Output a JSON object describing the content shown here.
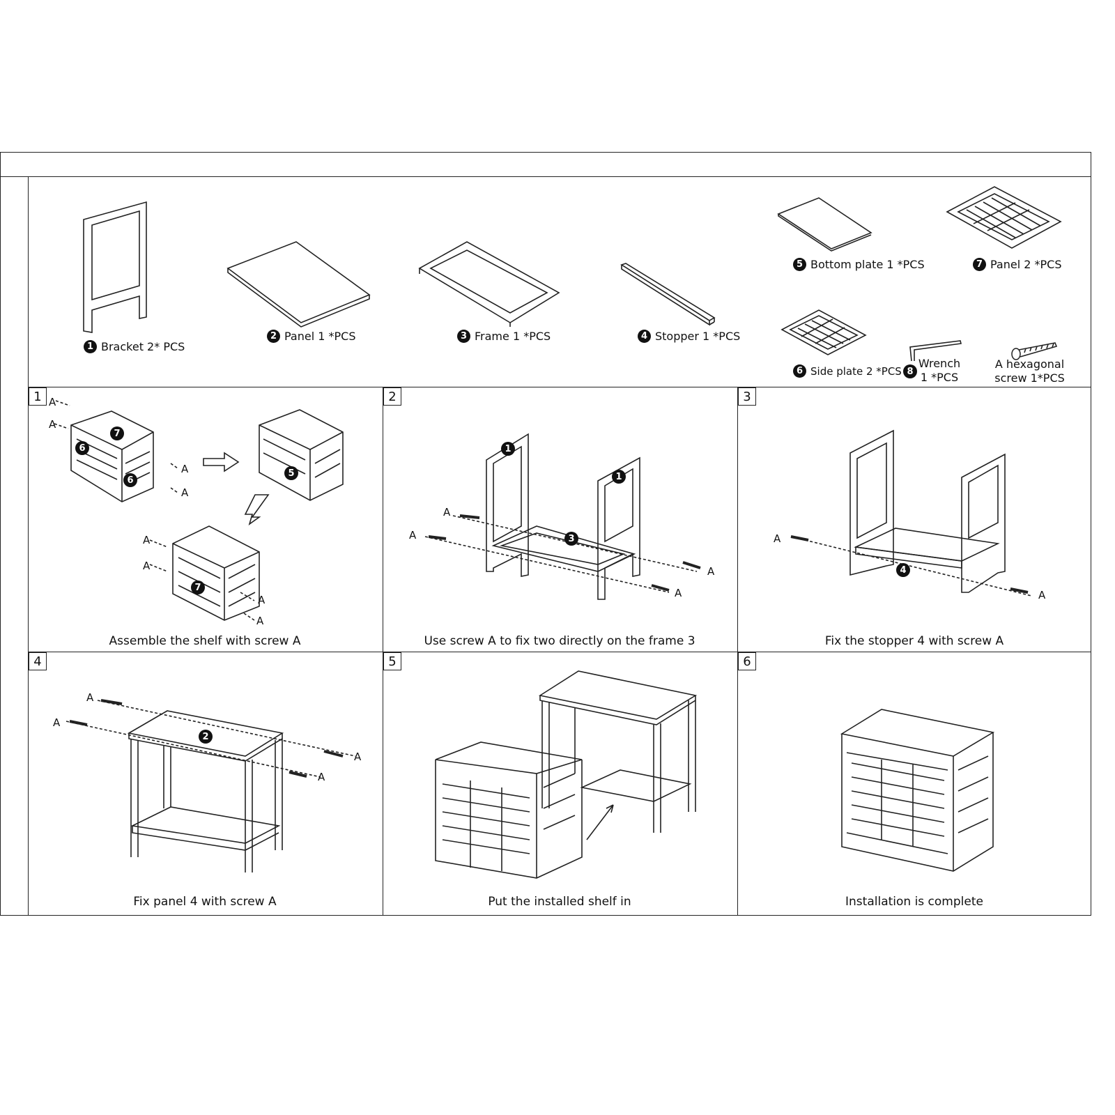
{
  "parts": [
    {
      "num": "1",
      "label": "Bracket 2* PCS"
    },
    {
      "num": "2",
      "label": "Panel 1 *PCS"
    },
    {
      "num": "3",
      "label": "Frame 1 *PCS"
    },
    {
      "num": "4",
      "label": "Stopper 1 *PCS"
    },
    {
      "num": "5",
      "label": "Bottom plate 1 *PCS"
    },
    {
      "num": "7",
      "label": "Panel 2 *PCS"
    },
    {
      "num": "6",
      "label": "Side plate 2 *PCS"
    },
    {
      "num": "8",
      "label_line1": "Wrench",
      "label_line2": "1 *PCS"
    }
  ],
  "screw": {
    "line1": "A hexagonal",
    "line2": "screw 1*PCS",
    "letter": "A"
  },
  "steps": [
    {
      "num": "1",
      "caption": "Assemble the shelf with screw A"
    },
    {
      "num": "2",
      "caption": "Use screw A to fix two directly on the frame 3"
    },
    {
      "num": "3",
      "caption": "Fix the stopper 4 with screw A"
    },
    {
      "num": "4",
      "caption": "Fix panel 4 with screw A"
    },
    {
      "num": "5",
      "caption": "Put the installed shelf in"
    },
    {
      "num": "6",
      "caption": "Installation is complete"
    }
  ]
}
